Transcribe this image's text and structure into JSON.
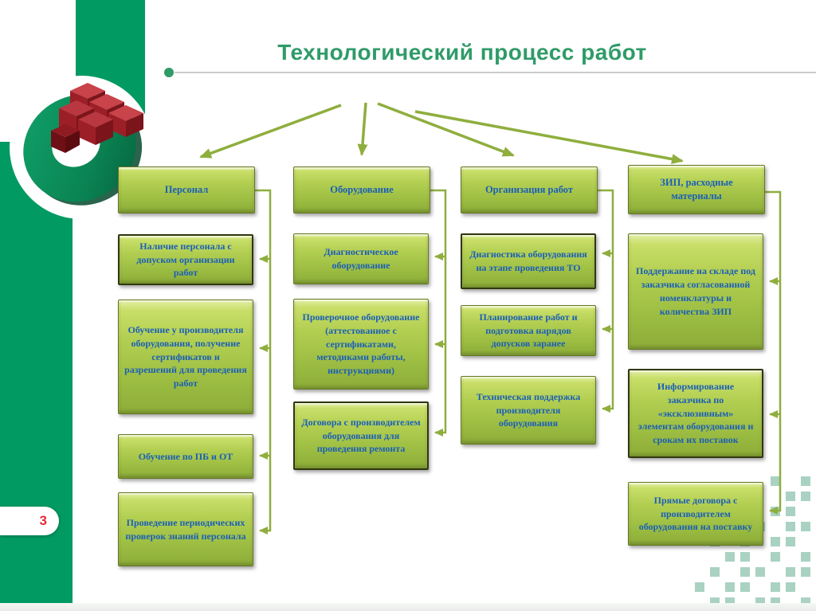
{
  "slide": {
    "title": "Технологический процесс работ",
    "page_number": "3"
  },
  "columns": [
    {
      "header": "Персонал",
      "items": [
        "Наличие персонала с допуском организации работ",
        "Обучение у производителя оборудования, получение сертификатов и разрешений для проведения работ",
        "Обучение по ПБ и ОТ",
        "Проведение периодических проверок знаний персонала"
      ]
    },
    {
      "header": "Оборудование",
      "items": [
        "Диагностическое оборудование",
        "Проверочное оборудование (аттестованное с сертификатами, методиками работы, инструкциями)",
        "Договора с производителем оборудования для проведения ремонта"
      ]
    },
    {
      "header": "Организация работ",
      "items": [
        "Диагностика оборудования на этапе проведения ТО",
        "Планирование работ и подготовка нарядов допусков заранее",
        "Техническая поддержка производителя оборудования"
      ]
    },
    {
      "header": "ЗИП, расходные материалы",
      "items": [
        "Поддержание на складе под заказчика согласованной номенклатуры и количества ЗИП",
        "Информирование заказчика по «эксклюзивным» элементам оборудования и срокам их поставок",
        "Прямые договора с производителем оборудования на поставку"
      ]
    }
  ],
  "colors": {
    "accent_green": "#019a63",
    "title_green": "#2f9b68",
    "box_text_blue": "#1b5fb7",
    "box_fill_light": "#c8de68",
    "box_fill_dark": "#8cac38",
    "arrow_olive": "#8fae3e",
    "page_number_red": "#e02b36",
    "mosaic_mint": "#a9d2c2",
    "brick_red": "#a2242b"
  }
}
